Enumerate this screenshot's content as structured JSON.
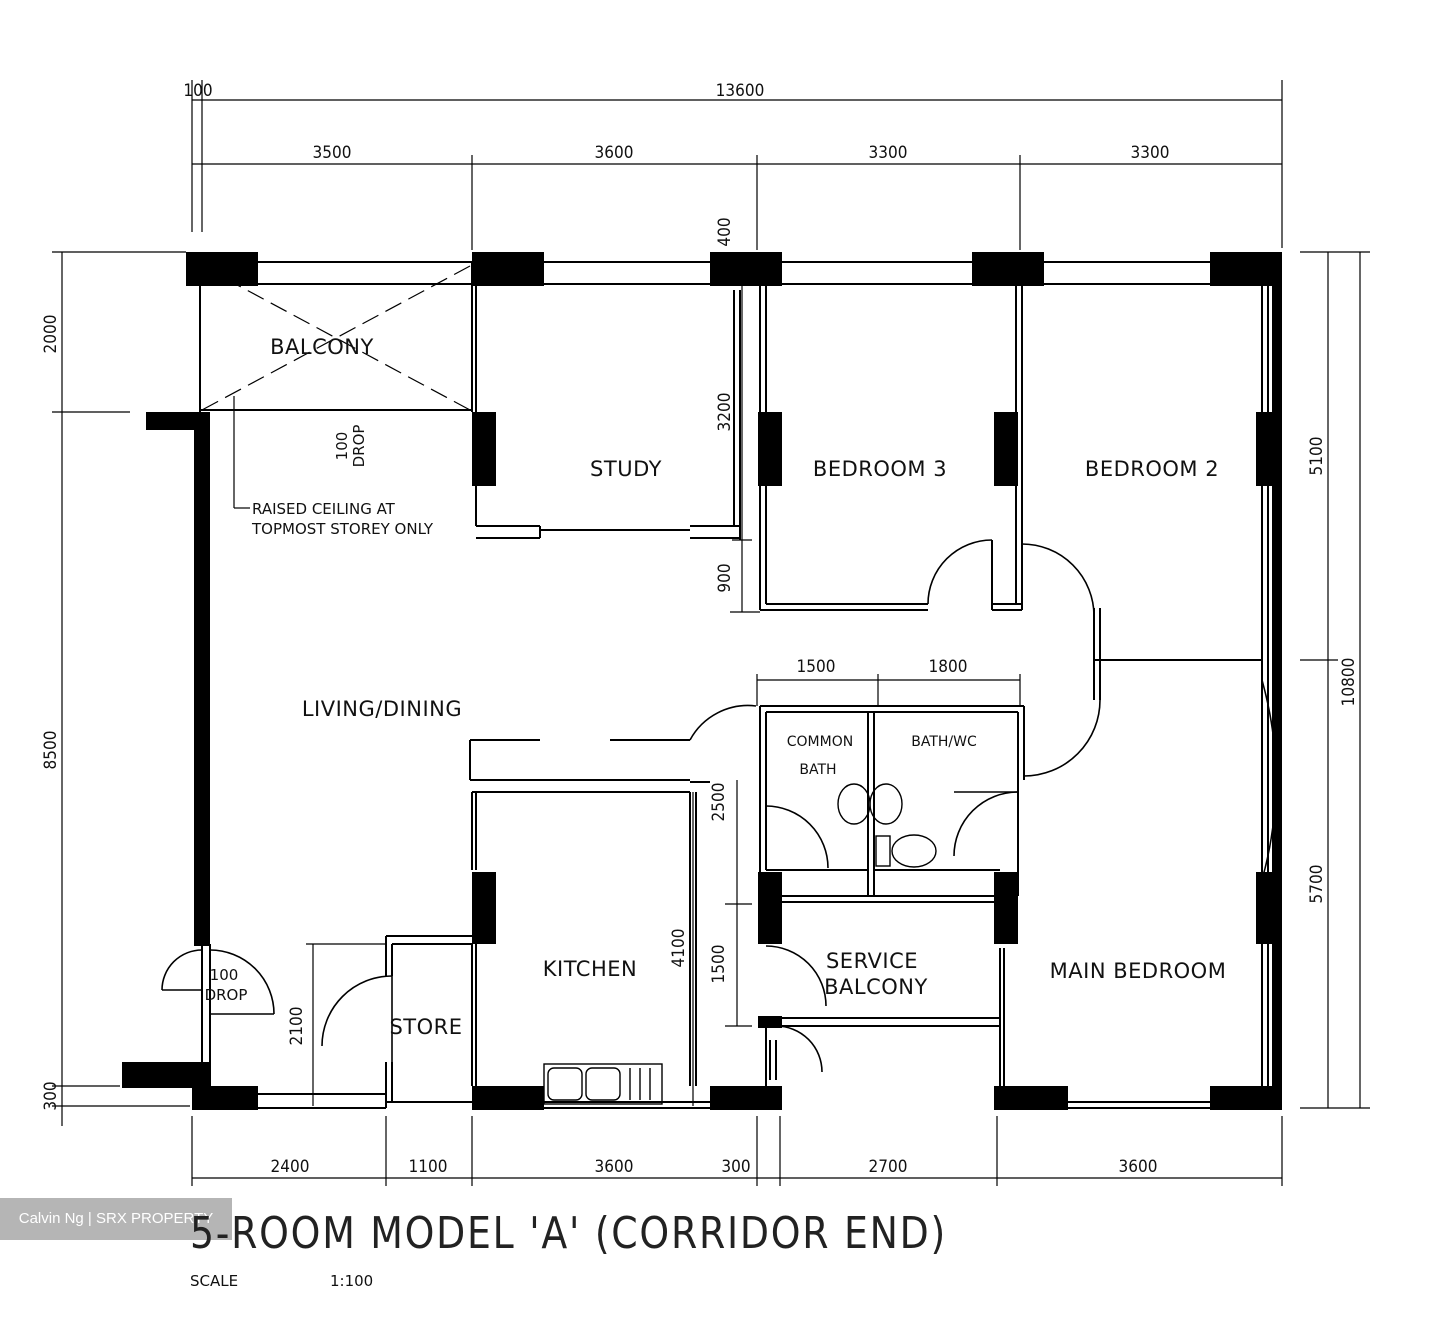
{
  "plan": {
    "title": "5-ROOM MODEL 'A' (CORRIDOR END)",
    "scale_label": "SCALE",
    "scale_value": "1:100",
    "watermark": "Calvin Ng | SRX PROPERTY",
    "rooms": {
      "balcony": "BALCONY",
      "study": "STUDY",
      "bedroom3": "BEDROOM 3",
      "bedroom2": "BEDROOM 2",
      "living_dining": "LIVING/DINING",
      "kitchen": "KITCHEN",
      "store": "STORE",
      "service_balcony": "SERVICE",
      "service_balcony_2": "BALCONY",
      "main_bedroom": "MAIN BEDROOM",
      "common_bath": "COMMON",
      "common_bath_2": "BATH",
      "master_bath": "BATH/WC"
    },
    "notes": {
      "drop_balcony_1": "100",
      "drop_balcony_2": "DROP",
      "raised_1": "RAISED CEILING AT",
      "raised_2": "TOPMOST STOREY ONLY",
      "drop_entry_1": "100",
      "drop_entry_2": "DROP"
    },
    "dims": {
      "overall_top_offset": "100",
      "overall_top": "13600",
      "top_1": "3500",
      "top_2": "3600",
      "top_3": "3300",
      "top_4": "3300",
      "wall_400": "400",
      "left_2000": "2000",
      "left_8500": "8500",
      "left_300": "300",
      "right_5100": "5100",
      "right_10800": "10800",
      "right_5700": "5700",
      "study_3200": "3200",
      "study_900": "900",
      "bath_1500": "1500",
      "bath_1800": "1800",
      "v_2500": "2500",
      "v_4100": "4100",
      "v_1500": "1500",
      "v_2100": "2100",
      "bottom_2400": "2400",
      "bottom_1100": "1100",
      "bottom_3600": "3600",
      "bottom_300": "300",
      "bottom_2700": "2700",
      "bottom_3600b": "3600"
    }
  }
}
